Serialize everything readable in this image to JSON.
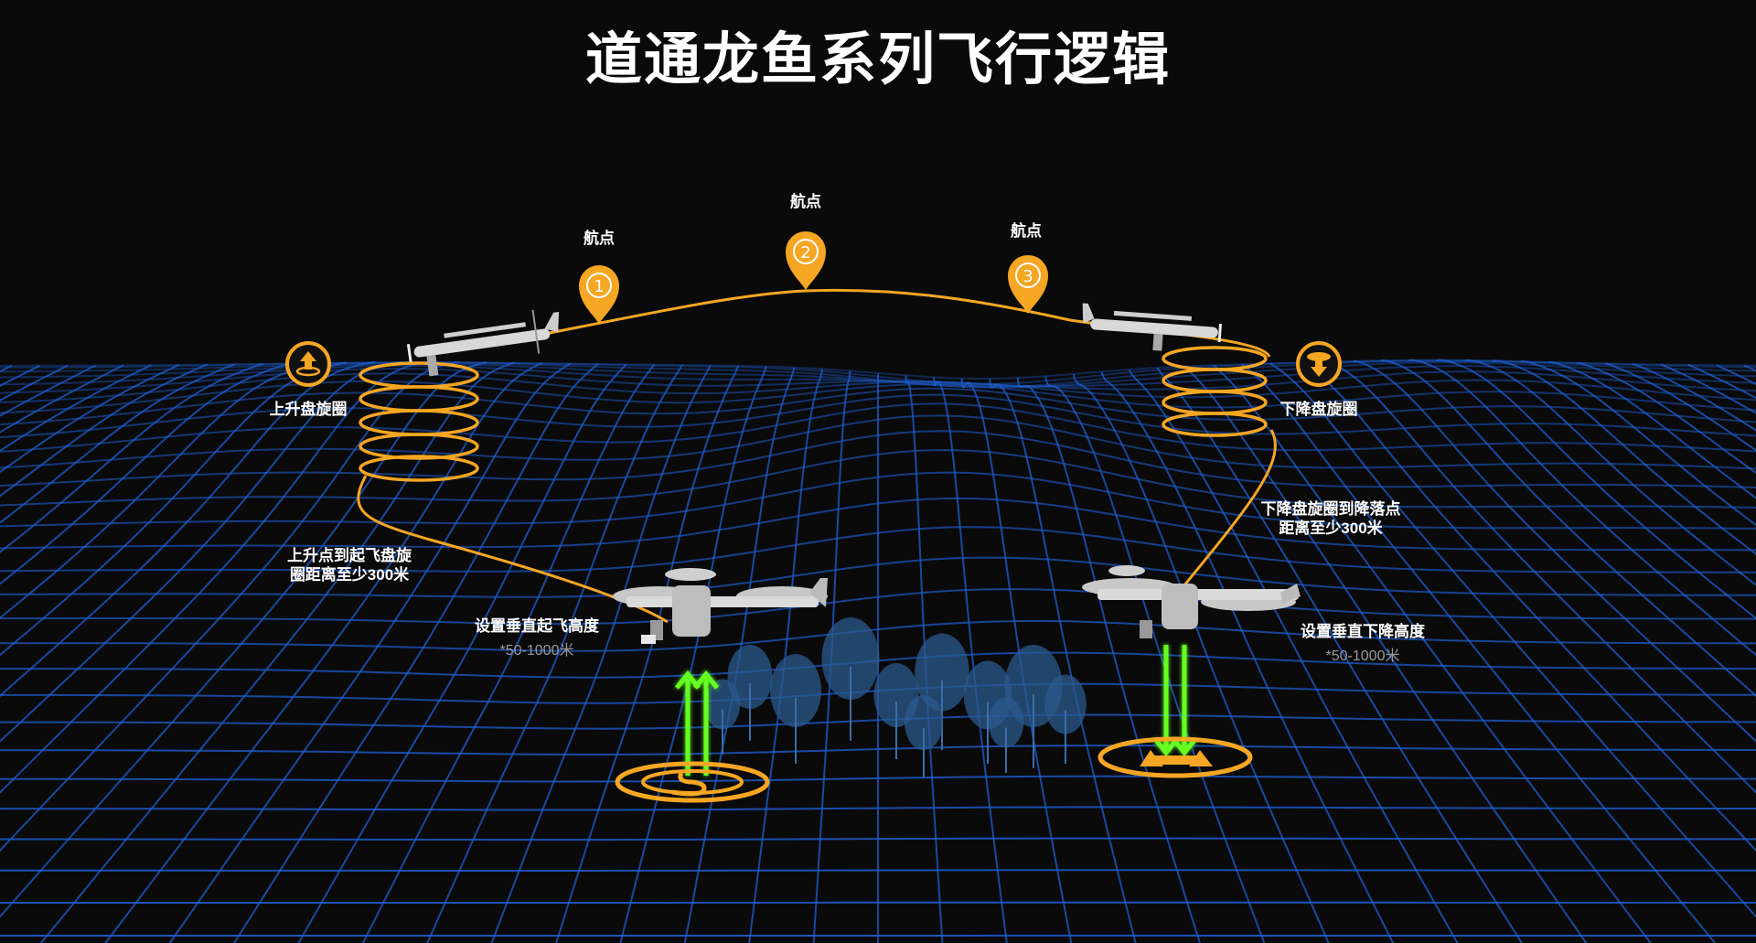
{
  "title": "道通龙鱼系列飞行逻辑",
  "waypoints": [
    {
      "label": "航点",
      "number": "1"
    },
    {
      "label": "航点",
      "number": "2"
    },
    {
      "label": "航点",
      "number": "3"
    }
  ],
  "ascend_circle": {
    "label": "上升盘旋圈",
    "icon": "arrow-up-circle-icon"
  },
  "descend_circle": {
    "label": "下降盘旋圈",
    "icon": "arrow-down-circle-icon"
  },
  "ascend_distance": {
    "line1": "上升点到起飞盘旋",
    "line2": "圈距离至少300米"
  },
  "descend_distance": {
    "line1": "下降盘旋圈到降落点",
    "line2": "距离至少300米"
  },
  "takeoff_height": {
    "label": "设置垂直起飞高度",
    "range": "*50-1000米"
  },
  "landing_height": {
    "label": "设置垂直下降高度",
    "range": "*50-1000米"
  },
  "colors": {
    "route": "#f5a623",
    "grid": "#1f5fd0",
    "vertical_arrows": "#66ff22",
    "background": "#0a0a0b"
  }
}
